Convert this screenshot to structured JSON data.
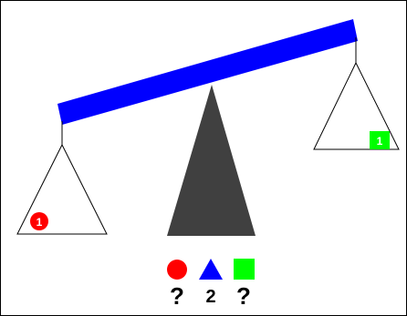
{
  "colors": {
    "beam": "#0000ff",
    "fulcrum": "#404040",
    "pan_stroke": "#000000",
    "shape_circle": "#ff0000",
    "shape_triangle": "#0000ff",
    "shape_square": "#00ff00",
    "badge_text": "#ffffff"
  },
  "left_pan": {
    "item_shape": "circle",
    "item_count": "1",
    "item_color": "#ff0000"
  },
  "right_pan": {
    "item_shape": "square",
    "item_count": "1",
    "item_color": "#00ff00"
  },
  "legend": {
    "circle": {
      "shape": "circle",
      "value": "?"
    },
    "triangle": {
      "shape": "triangle",
      "value": "2"
    },
    "square": {
      "shape": "square",
      "value": "?"
    }
  }
}
